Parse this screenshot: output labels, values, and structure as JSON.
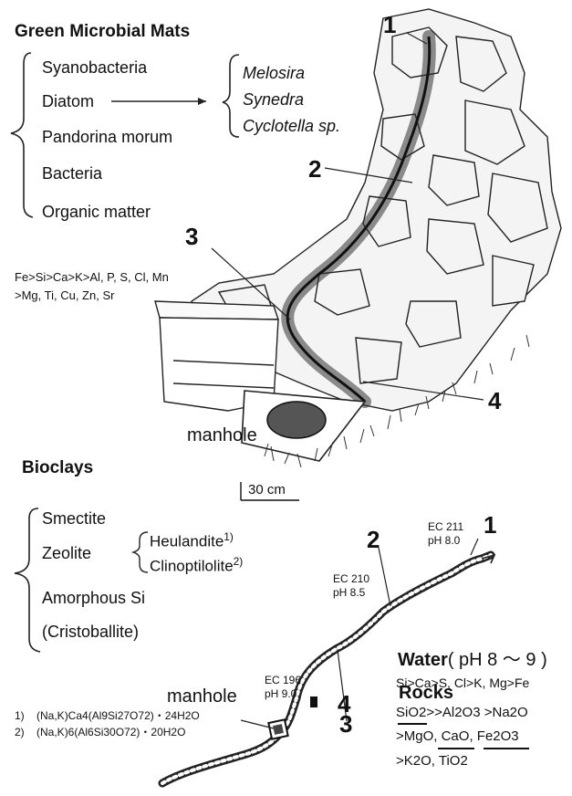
{
  "mats": {
    "title": "Green Microbial Mats",
    "items": [
      "Syanobacteria",
      "Diatom",
      "Pandorina morum",
      "Bacteria",
      "Organic matter"
    ],
    "diatom_genera": [
      "Melosira",
      "Synedra",
      "Cyclotella sp."
    ],
    "elements_line1": "Fe>Si>Ca>K>Al, P, S, Cl, Mn",
    "elements_line2": ">Mg, Ti, Cu, Zn, Sr"
  },
  "sketch": {
    "labels": [
      "1",
      "2",
      "3",
      "4"
    ],
    "manhole": "manhole",
    "scale": "30 cm"
  },
  "bioclays": {
    "title": "Bioclays",
    "items": [
      "Smectite",
      "Zeolite",
      "Amorphous Si",
      "(Cristoballite)"
    ],
    "zeolites": [
      "Heulandite",
      "Clinoptilolite"
    ],
    "zeolite_refs": [
      "1)",
      "2)"
    ],
    "formulas": [
      {
        "ref": "1)",
        "text": "(Na,K)Ca4(Al9Si27O72)・24H2O"
      },
      {
        "ref": "2)",
        "text": "(Na,K)6(Al6Si30O72)・20H2O"
      }
    ]
  },
  "profile": {
    "points": [
      {
        "label": "1",
        "ec": "EC 211",
        "ph": "pH  8.0"
      },
      {
        "label": "2",
        "ec": "EC 210",
        "ph": "pH  8.5"
      },
      {
        "label": "3",
        "ec": "EC 196",
        "ph": "pH  9.0"
      },
      {
        "label": "4"
      }
    ],
    "manhole": "manhole"
  },
  "water": {
    "title": "Water",
    "range": "( pH 8 ～ 9 )",
    "ions": "Si>Ca>S, Cl>K, Mg>Fe"
  },
  "rocks": {
    "title": "Rocks",
    "line1": "SiO2>>Al2O3 >Na2O",
    "line2": ">MgO, CaO, Fe2O3",
    "line3": ">K2O, TiO2"
  }
}
